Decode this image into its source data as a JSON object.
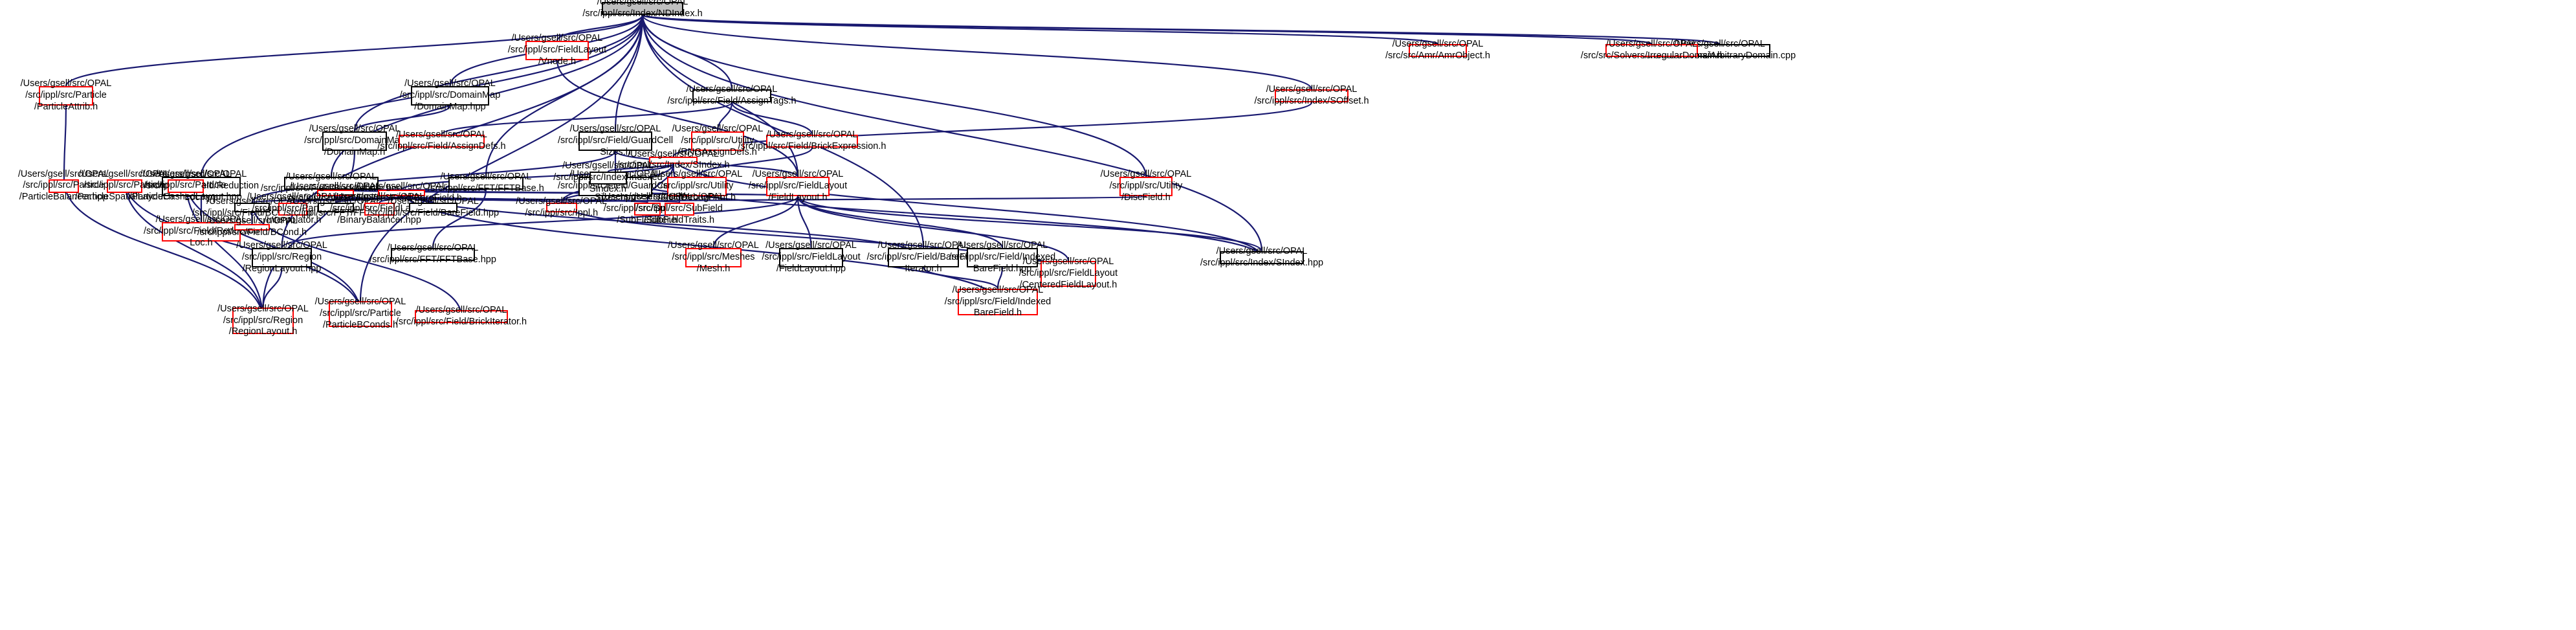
{
  "colors": {
    "edge": "#191970",
    "border": "#000000",
    "incomplete_border": "#ff0000",
    "root_fill": "#bfbfbf"
  },
  "nodes": {
    "ndindex_h": "/Users/gsell/src/OPAL\n/src/ippl/src/Index/NDIndex.h",
    "vnode_h": "/Users/gsell/src/OPAL\n/src/ippl/src/FieldLayout\n/Vnode.h",
    "particle_attrib_h": "/Users/gsell/src/OPAL\n/src/ippl/src/Particle\n/ParticleAttrib.h",
    "domainmap_hpp": "/Users/gsell/src/OPAL\n/src/ippl/src/DomainMap\n/DomainMap.hpp",
    "domainmap_h": "/Users/gsell/src/OPAL\n/src/ippl/src/DomainMap\n/DomainMap.h",
    "assigntags_h": "/Users/gsell/src/OPAL\n/src/ippl/src/Field/AssignTags.h",
    "assigndefs_h": "/Users/gsell/src/OPAL\n/src/ippl/src/Field/AssignDefs.h",
    "guardcellsizes_h": "/Users/gsell/src/OPAL\n/src/ippl/src/Field/GuardCell\nSizes.h",
    "rngassigndefs_h": "/Users/gsell/src/OPAL\n/src/ippl/src/Utility\n/RNGAssignDefs.h",
    "brickexpression_h": "/Users/gsell/src/OPAL\n/src/ippl/src/Field/BrickExpression.h",
    "amrobject_h": "/Users/gsell/src/OPAL\n/src/src/Amr/AmrObject.h",
    "arbitrarydomain_cpp": "/Users/gsell/src/OPAL\n/src/src/Solvers/ArbitraryDomain.cpp",
    "irregulardomain_h": "/Users/gsell/src/OPAL\n/src/src/Solvers/IrregularDomain.h",
    "sioffset_h": "/Users/gsell/src/OPAL\n/src/ippl/src/Index/SOffset.h",
    "reductionloc_hpp": "/Users/gsell/src/OPAL\n/src/ippl/src/Field/Reduction\nLoc.hpp",
    "reductionloc_h": "/Users/gsell/src/OPAL\n/src/ippl/src/Field/Reduction\nLoc.h",
    "brickiterator_hpp": "/Users/gsell/src/OPAL\n/src/ippl/src/Field/BrickIterator.hpp",
    "fftbase_h": "/Users/gsell/src/OPAL\n/src/ippl/src/FFT/FFTBase.h",
    "fftbase_hpp": "/Users/gsell/src/OPAL\n/src/ippl/src/FFT/FFTBase.hpp",
    "guardcellsizes_hpp": "/Users/gsell/src/OPAL\n/src/ippl/src/Field/GuardCell\nSizes.hpp",
    "fielddebugprint_h": "/Users/gsell/src/OPAL\n/src/ippl/src/Utility\n/FieldDebugPrint.h",
    "fieldlayout_h": "/Users/gsell/src/OPAL\n/src/ippl/src/FieldLayout\n/FieldLayout.h",
    "discfield_h": "/Users/gsell/src/OPAL\n/src/ippl/src/Utility\n/DiscField.h",
    "regionlayout_hpp": "/Users/gsell/src/OPAL\n/src/ippl/src/Region\n/RegionLayout.hpp",
    "regionlayout_h": "/Users/gsell/src/OPAL\n/src/ippl/src/Region\n/RegionLayout.h",
    "mesh_h": "/Users/gsell/src/OPAL\n/src/ippl/src/Meshes\n/Mesh.h",
    "fieldlayout_hpp": "/Users/gsell/src/OPAL\n/src/ippl/src/FieldLayout\n/FieldLayout.hpp",
    "barefielditerator_h": "/Users/gsell/src/OPAL\n/src/ippl/src/Field/BareField\nIterator.h",
    "indexedbarefield_hpp": "/Users/gsell/src/OPAL\n/src/ippl/src/Field/Indexed\nBareField.hpp",
    "indexedbarefield_h": "/Users/gsell/src/OPAL\n/src/ippl/src/Field/Indexed\nBareField.h",
    "centeredfieldlayout_h": "/Users/gsell/src/OPAL\n/src/ippl/src/FieldLayout\n/CenteredFieldLayout.h",
    "sindex_hpp": "/Users/gsell/src/OPAL\n/src/ippl/src/Index/SIndex.hpp",
    "sindex_h": "/Users/gsell/src/OPAL\n/src/ippl/src/Index/SIndex.h",
    "indexedsindex_h": "/Users/gsell/src/OPAL\n/src/ippl/src/Index/Indexed\nSIndex.h",
    "particlebccond_h": "/Users/gsell/src/OPAL\n/src/ippl/src/Particle\n/ParticleBConds.h",
    "brickiterator_h": "/Users/gsell/src/OPAL\n/src/ippl/src/Field/BrickIterator.h",
    "particlebalancer_hpp": "/Users/gsell/src/OPAL\n/src/ippl/src/Particle\n/ParticleBalancer.hpp",
    "particlespatiallayout_h": "/Users/gsell/src/OPAL\n/src/ippl/src/Particle\n/ParticleSpatialLayout.h",
    "particlecashedlayout_hpp": "/Users/gsell/src/OPAL\n/src/ippl/src/Particle\n/ParticleCashedLayout.hpp",
    "fft_h": "/Users/gsell/src/OPAL\n/src/ippl/src/FFT/FFT.h",
    "barefield_h": "/Users/gsell/src/OPAL\n/src/ippl/src/Field/BareField.h",
    "bcond_hpp": "/Users/gsell/src/OPAL\n/src/ippl/src/Field/BCond.hpp",
    "interpolator_h": "/Users/gsell/src/OPAL\n/src/ippl/src/Particle\n/Interpolator.h",
    "fft_hpp": "/Users/gsell/src/OPAL\n/src/ippl/src/FFT/FFT.hpp",
    "binarybalancer_hpp": "/Users/gsell/src/OPAL\n/src/ippl/src/FieldLayout\n/BinaryBalancer.hpp",
    "barefield_hpp": "/Users/gsell/src/OPAL\n/src/ippl/src/Field/BareField.hpp",
    "ippl_h": "/Users/gsell/src/OPAL\n/src/ippl/src/Ippl.h",
    "subfielditer_h": "/Users/gsell/src/OPAL\n/src/ippl/src/SubField\n/SubFieldIter.h",
    "subfieldtraits_h": "/Users/gsell/src/OPAL\n/src/ippl/src/SubField\n/SubFieldTraits.h",
    "bcond_h": "/Users/gsell/src/OPAL\n/src/ippl/src/Field/BCond.h"
  }
}
